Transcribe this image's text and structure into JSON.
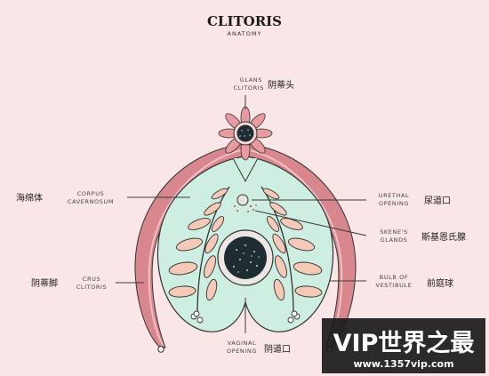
{
  "header": {
    "title": "CLITORIS",
    "subtitle": "ANATOMY"
  },
  "labels": {
    "glans_1": "GLANS",
    "glans_2": "CLITORIS",
    "glans_cn": "阴蒂头",
    "corpus_1": "CORPUS",
    "corpus_2": "CAVERNOSUM",
    "corpus_cn": "海绵体",
    "crus_1": "CRUS",
    "crus_2": "CLITORIS",
    "crus_cn": "阴蒂脚",
    "urethral_1": "URETHAL",
    "urethral_2": "OPENING",
    "urethral_cn": "尿道口",
    "skenes_1": "SKENE'S",
    "skenes_2": "GLANDS",
    "skenes_cn": "斯基恩氏腺",
    "bulb_1": "BULB OF",
    "bulb_2": "VESTIBULE",
    "bulb_cn": "前庭球",
    "vaginal_1": "VAGINAL",
    "vaginal_2": "OPENING",
    "vaginal_cn": "阴道口"
  },
  "watermark": {
    "brand": "VIP世界之最",
    "url": "www.1357vip.com"
  },
  "colors": {
    "background": "#fae6e6",
    "crus": "#d8878e",
    "crus_inner": "#f0c0c2",
    "bulb": "#cdeee0",
    "outline": "#333333",
    "leaf": "#f4c9b8",
    "stem": "#333333",
    "opening": "#1f2d33",
    "watermark_bg": "#1a1a1a"
  },
  "icons": [
    "flower-glans-icon",
    "leaf-branch-icon",
    "vaginal-opening-icon",
    "urethral-opening-icon"
  ]
}
